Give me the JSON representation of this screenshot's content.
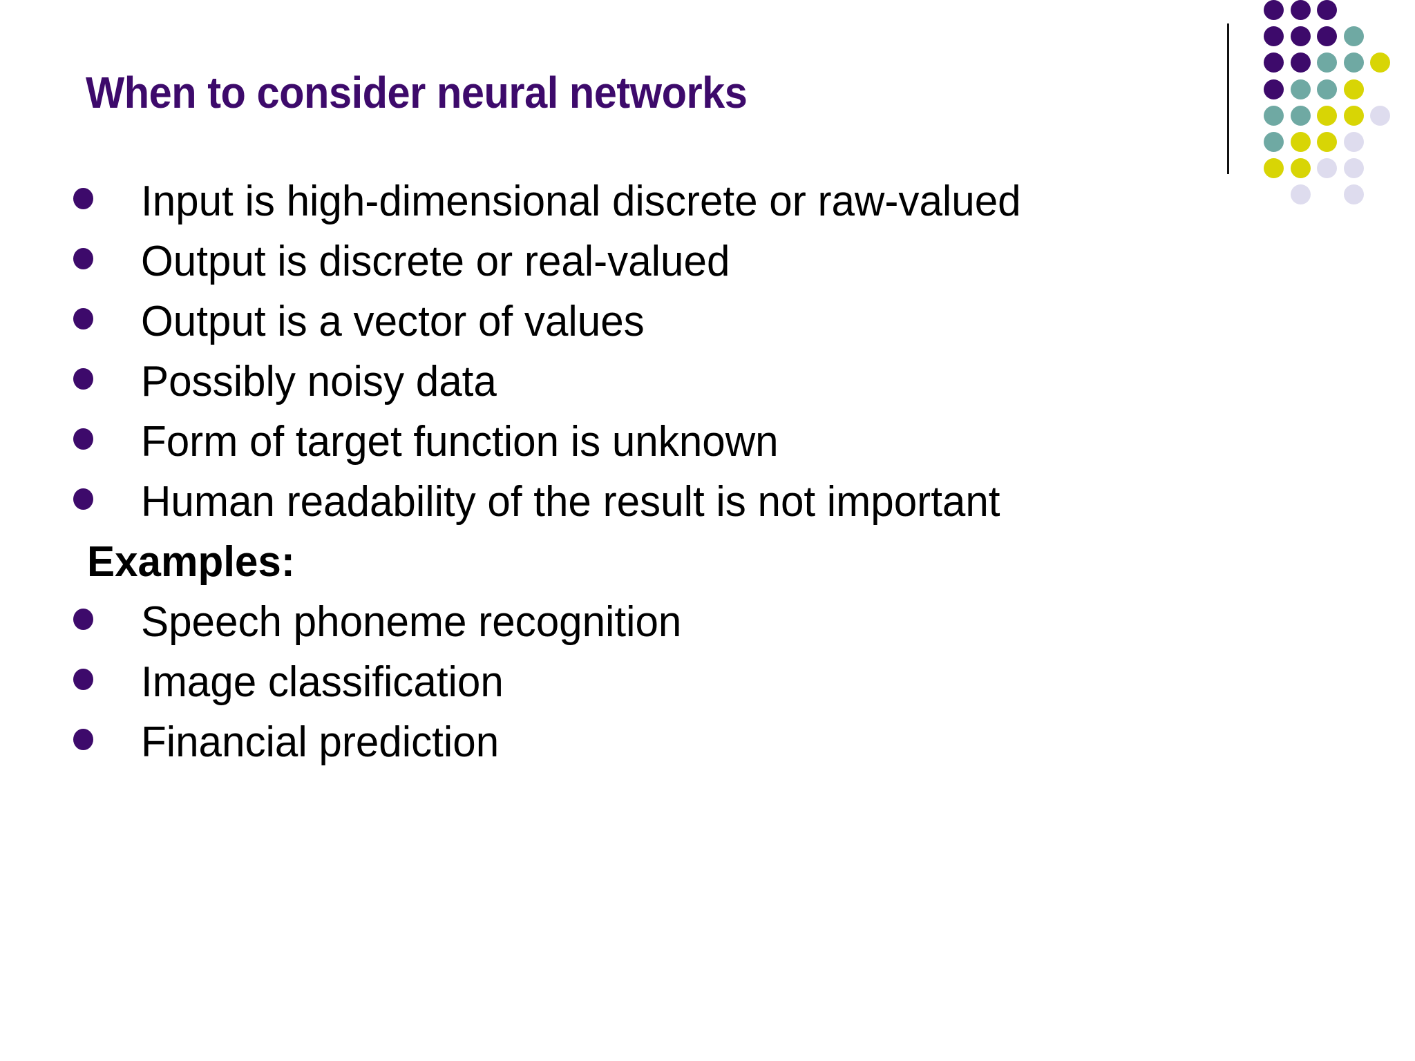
{
  "slide": {
    "title": "When to consider neural networks",
    "title_color": "#3D0A6B",
    "background_color": "#ffffff",
    "body_text_color": "#000000"
  },
  "body": {
    "lines": [
      {
        "text": "Input is high-dimensional discrete or raw-valued",
        "bullet": true,
        "bold": false
      },
      {
        "text": "Output is discrete or real-valued",
        "bullet": true,
        "bold": false
      },
      {
        "text": "Output is a vector of values",
        "bullet": true,
        "bold": false
      },
      {
        "text": "Possibly noisy data",
        "bullet": true,
        "bold": false
      },
      {
        "text": "Form of target function is unknown",
        "bullet": true,
        "bold": false
      },
      {
        "text": "Human readability of the result is not important",
        "bullet": true,
        "bold": false
      },
      {
        "text": "Examples:",
        "bullet": false,
        "bold": true
      },
      {
        "text": "Speech phoneme recognition",
        "bullet": true,
        "bold": false
      },
      {
        "text": "Image classification",
        "bullet": true,
        "bold": false
      },
      {
        "text": "Financial prediction",
        "bullet": true,
        "bold": false
      }
    ]
  },
  "decoration": {
    "bullet_color": "#3D0A6B",
    "rule_color": "#111111",
    "dot_palette": {
      "purple": "#3D0A6B",
      "teal": "#6FA9A3",
      "yellow": "#D8D505",
      "lavender": "#DEDCEE"
    },
    "dot_grid": [
      [
        "purple",
        "purple",
        "purple",
        null,
        null
      ],
      [
        "purple",
        "purple",
        "purple",
        "teal",
        null
      ],
      [
        "purple",
        "purple",
        "teal",
        "teal",
        "yellow"
      ],
      [
        "purple",
        "teal",
        "teal",
        "yellow",
        null
      ],
      [
        "teal",
        "teal",
        "yellow",
        "yellow",
        "lavender"
      ],
      [
        "teal",
        "yellow",
        "yellow",
        "lavender",
        null
      ],
      [
        "yellow",
        "yellow",
        "lavender",
        "lavender",
        null
      ],
      [
        null,
        "lavender",
        null,
        "lavender",
        null
      ]
    ]
  }
}
